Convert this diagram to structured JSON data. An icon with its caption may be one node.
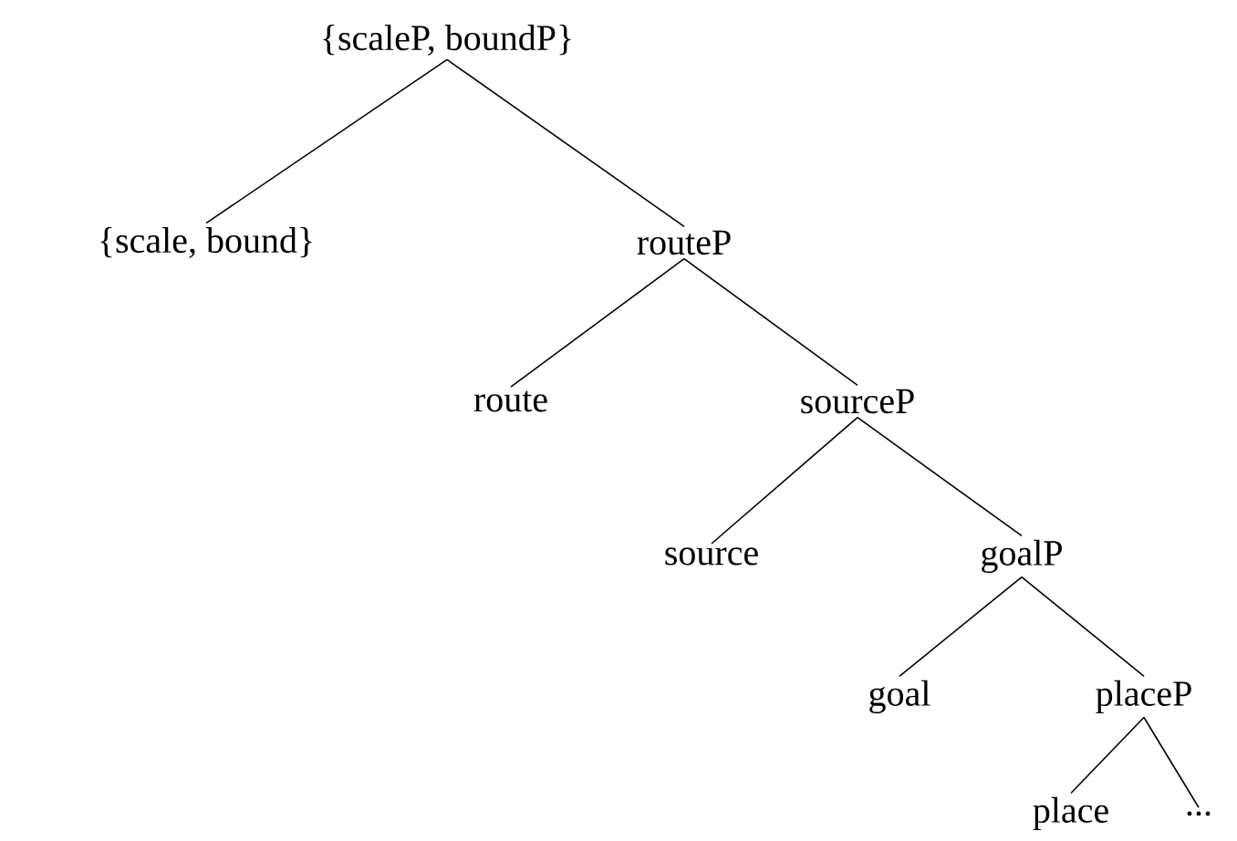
{
  "diagram": {
    "nodes": [
      {
        "text": [
          "{scaleP, boundP}"
        ]
      },
      {
        "text": [
          "{scale, bound}"
        ]
      },
      {
        "text": [
          "routeP"
        ]
      },
      {
        "text": [
          "route"
        ]
      },
      {
        "text": [
          "sourceP"
        ]
      },
      {
        "text": [
          "source"
        ]
      },
      {
        "text": [
          "goalP"
        ]
      },
      {
        "text": [
          "goal"
        ]
      },
      {
        "text": [
          "placeP"
        ]
      },
      {
        "text": [
          "place"
        ]
      },
      {
        "text": [
          "..."
        ]
      }
    ],
    "edges": [
      {
        "from": 0,
        "to": 1,
        "arrow": "none"
      },
      {
        "from": 0,
        "to": 2,
        "arrow": "none"
      },
      {
        "from": 2,
        "to": 3,
        "arrow": "none"
      },
      {
        "from": 2,
        "to": 4,
        "arrow": "none"
      },
      {
        "from": 4,
        "to": 5,
        "arrow": "none"
      },
      {
        "from": 4,
        "to": 6,
        "arrow": "none"
      },
      {
        "from": 6,
        "to": 7,
        "arrow": "none"
      },
      {
        "from": 6,
        "to": 8,
        "arrow": "none"
      },
      {
        "from": 8,
        "to": 9,
        "arrow": "none"
      },
      {
        "from": 8,
        "to": 10,
        "arrow": "none"
      }
    ]
  }
}
